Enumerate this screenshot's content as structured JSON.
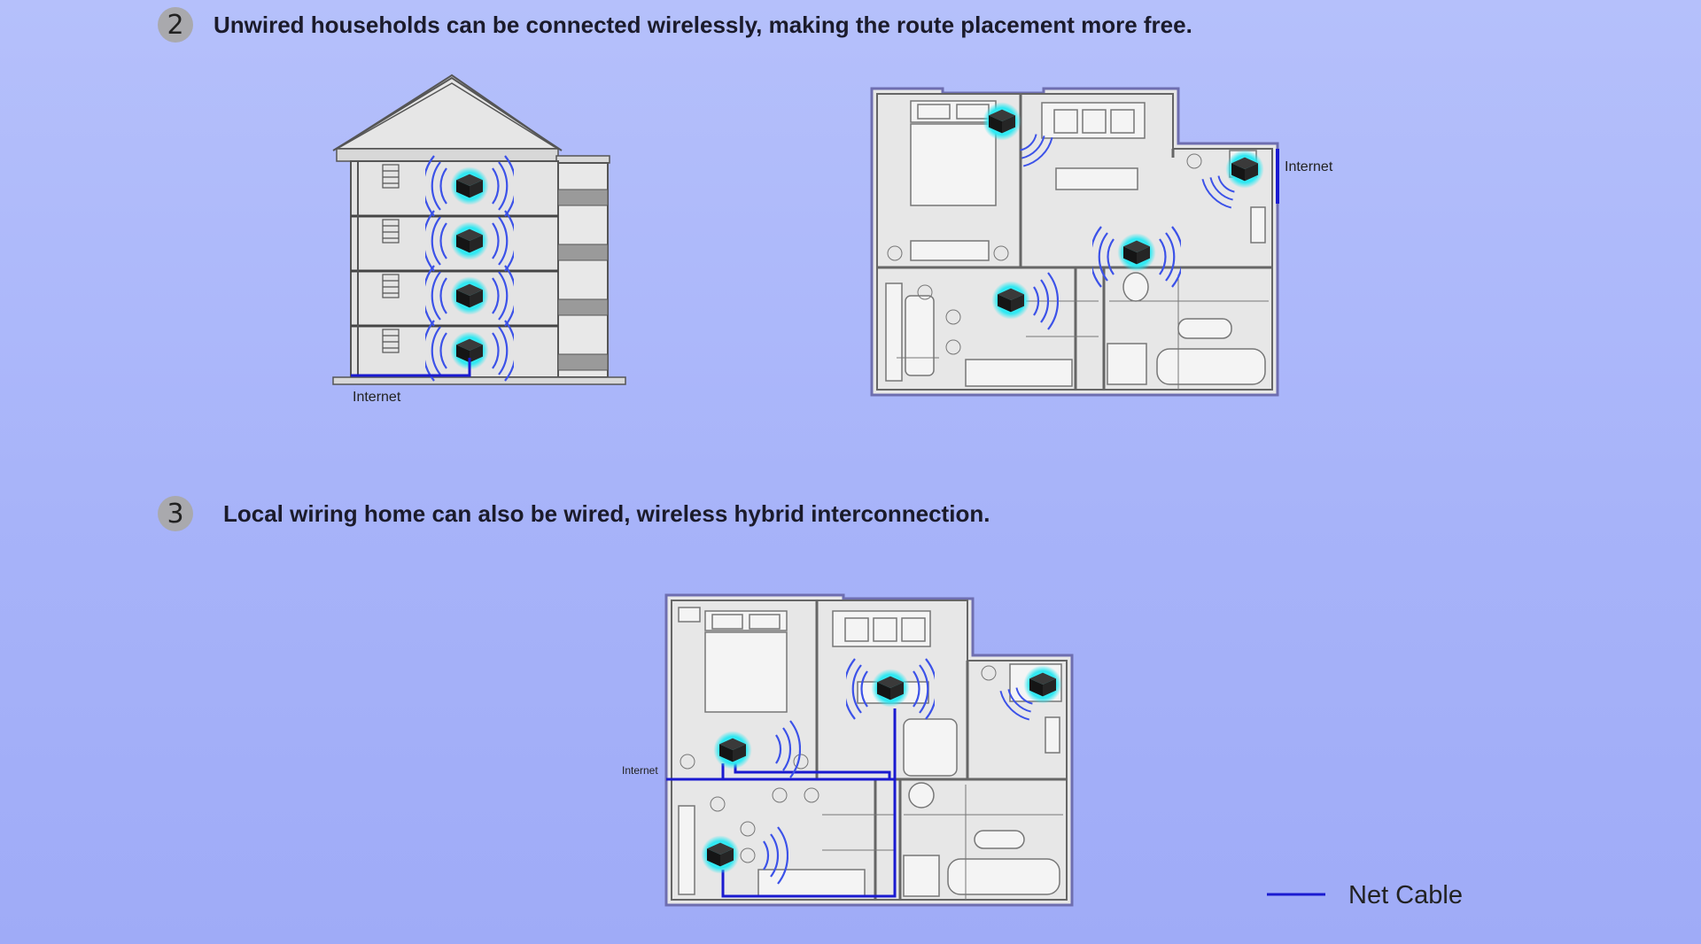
{
  "section2": {
    "number": "2",
    "title": "Unwired households can be connected wirelessly, making the route placement more free."
  },
  "section3": {
    "number": "3",
    "title": "Local wiring home can also be wired, wireless hybrid interconnection."
  },
  "labels": {
    "internet": "Internet"
  },
  "legend": {
    "label": "Net Cable",
    "color": "#1a1ad0"
  },
  "colors": {
    "cable": "#1a1ad0",
    "wave": "#3c52e8",
    "router_glow": "#2ee8f2",
    "router_body": "#1c1c1c"
  }
}
